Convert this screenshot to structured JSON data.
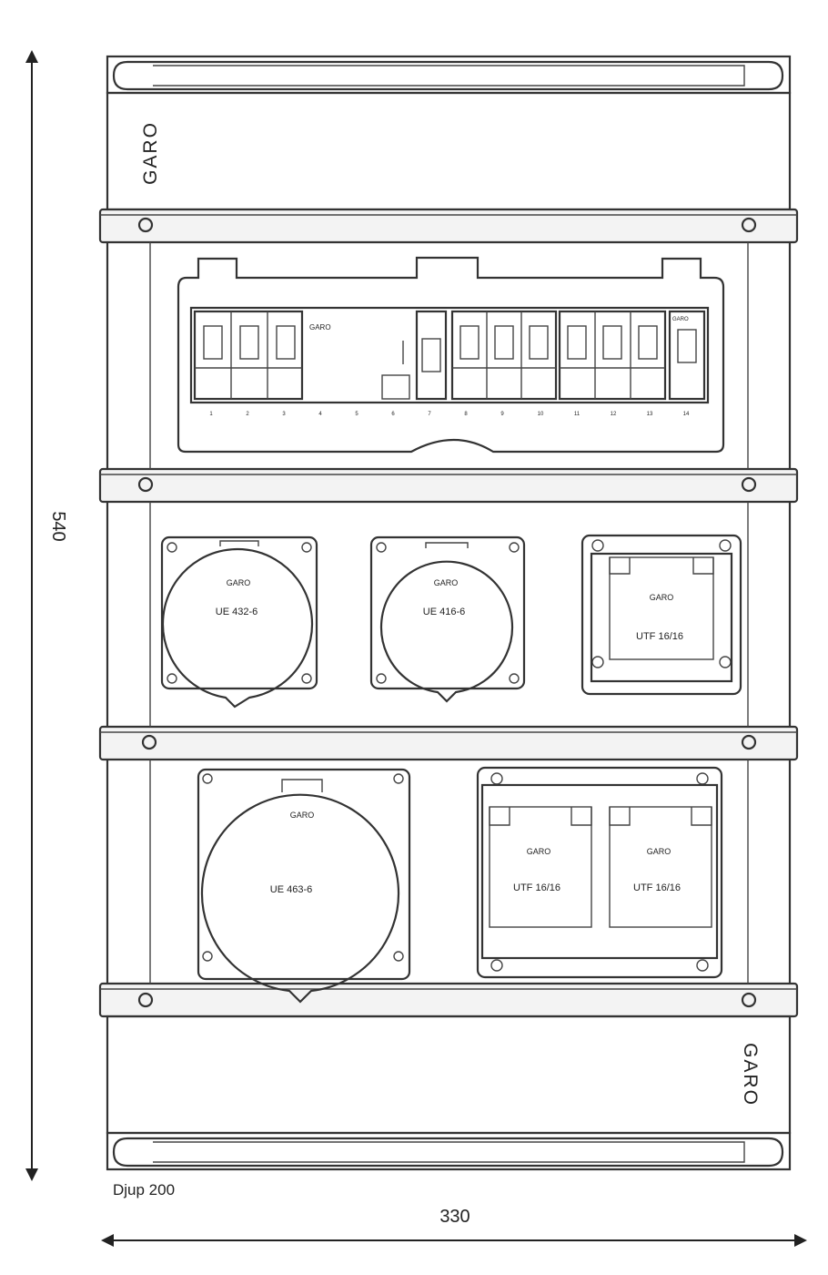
{
  "dimensions": {
    "height": "540",
    "width": "330",
    "depth": "Djup 200"
  },
  "brand": {
    "top_logo": "GARO",
    "bottom_logo": "GARO"
  },
  "breaker_panel": {
    "module_label_main": "GARO",
    "module_label_small": "GARO",
    "terminal_numbers": [
      "1",
      "2",
      "3",
      "4",
      "5",
      "6",
      "7",
      "8",
      "9",
      "10",
      "11",
      "12",
      "13",
      "14"
    ]
  },
  "sockets_row1": [
    {
      "brand": "GARO",
      "rating": "UE 432-6"
    },
    {
      "brand": "GARO",
      "rating": "UE 416-6"
    },
    {
      "brand": "GARO",
      "rating": "UTF 16/16"
    }
  ],
  "sockets_row2": [
    {
      "brand": "GARO",
      "rating": "UE 463-6"
    },
    {
      "brand": "GARO",
      "rating": "UTF 16/16"
    },
    {
      "brand": "GARO",
      "rating": "UTF 16/16"
    }
  ]
}
